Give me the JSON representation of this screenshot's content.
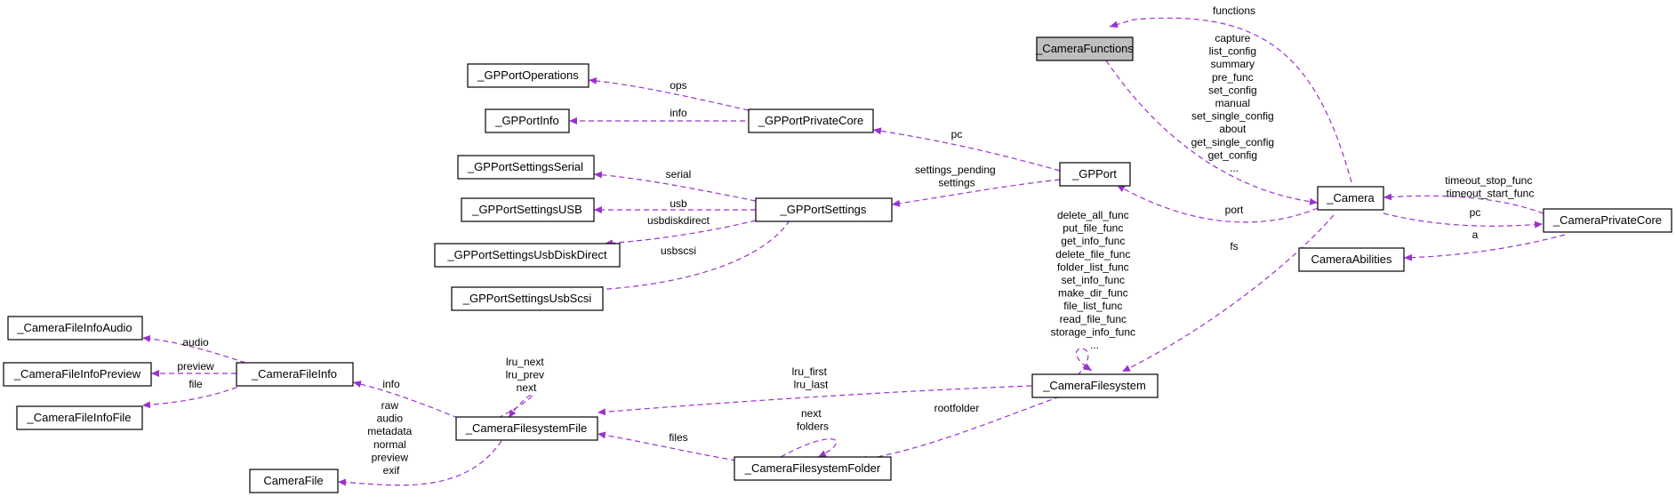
{
  "nodes": {
    "camera_functions": "_CameraFunctions",
    "gpport_operations": "_GPPortOperations",
    "gpport_info": "_GPPortInfo",
    "gpport_private_core": "_GPPortPrivateCore",
    "gpport_settings_serial": "_GPPortSettingsSerial",
    "gpport_settings_usb": "_GPPortSettingsUSB",
    "gpport_settings": "_GPPortSettings",
    "gpport": "_GPPort",
    "gpport_settings_usb_disk_direct": "_GPPortSettingsUsbDiskDirect",
    "gpport_settings_usb_scsi": "_GPPortSettingsUsbScsi",
    "camera": "_Camera",
    "camera_private_core": "_CameraPrivateCore",
    "camera_abilities": "CameraAbilities",
    "camera_file_info_audio": "_CameraFileInfoAudio",
    "camera_file_info_preview": "_CameraFileInfoPreview",
    "camera_file_info": "_CameraFileInfo",
    "camera_file_info_file": "_CameraFileInfoFile",
    "camera_filesystem_file": "_CameraFilesystemFile",
    "camera_filesystem": "_CameraFilesystem",
    "camera_file": "CameraFile",
    "camera_filesystem_folder": "_CameraFilesystemFolder"
  },
  "edges": {
    "functions": [
      "functions"
    ],
    "camera_functions_members": [
      "capture",
      "list_config",
      "summary",
      "pre_func",
      "set_config",
      "manual",
      "set_single_config",
      "about",
      "get_single_config",
      "get_config",
      "..."
    ],
    "ops": [
      "ops"
    ],
    "info_gpport": [
      "info"
    ],
    "pc_gpport": [
      "pc"
    ],
    "serial": [
      "serial"
    ],
    "usb": [
      "usb"
    ],
    "usbdiskdirect": [
      "usbdiskdirect"
    ],
    "usbscsi": [
      "usbscsi"
    ],
    "settings": [
      "settings_pending",
      "settings"
    ],
    "port": [
      "port"
    ],
    "timeout": [
      "timeout_stop_func",
      "timeout_start_func"
    ],
    "pc_camera": [
      "pc"
    ],
    "a": [
      "a"
    ],
    "fs": [
      "fs"
    ],
    "filesystem_funcs": [
      "delete_all_func",
      "put_file_func",
      "get_info_func",
      "delete_file_func",
      "folder_list_func",
      "set_info_func",
      "make_dir_func",
      "file_list_func",
      "read_file_func",
      "storage_info_func",
      "..."
    ],
    "audio": [
      "audio"
    ],
    "preview": [
      "preview"
    ],
    "file": [
      "file"
    ],
    "info_file": [
      "info"
    ],
    "lru_self": [
      "lru_next",
      "lru_prev",
      "next"
    ],
    "lru_first": [
      "lru_first",
      "lru_last"
    ],
    "rootfolder": [
      "rootfolder"
    ],
    "folder_self": [
      "next",
      "folders"
    ],
    "files": [
      "files"
    ],
    "camera_file_members": [
      "raw",
      "audio",
      "metadata",
      "normal",
      "preview",
      "exif"
    ]
  },
  "colors": {
    "edge": "#9a32cd",
    "highlight_node": "#bfbfbf"
  }
}
